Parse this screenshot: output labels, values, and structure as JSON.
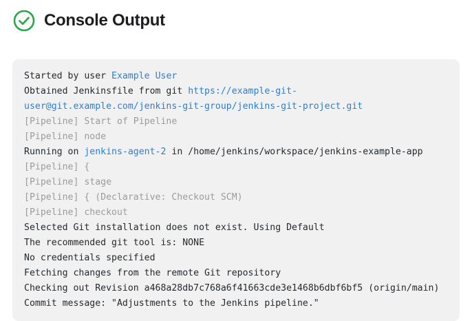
{
  "header": {
    "title": "Console Output",
    "status_icon": "check-circle-icon",
    "status_color": "#28a745"
  },
  "colors": {
    "panel_background": "#f1f1f1",
    "text": "#24292e",
    "muted_text": "#9b9b9b",
    "link": "#2a7fd4",
    "title": "#1c1e21"
  },
  "console": {
    "lines": [
      {
        "id": "line-started-by-user",
        "style": "normal",
        "segments": [
          {
            "text": "Started by user ",
            "kind": "text"
          },
          {
            "text": "Example User",
            "kind": "link"
          }
        ]
      },
      {
        "id": "line-obtained-jenkinsfile",
        "style": "normal",
        "segments": [
          {
            "text": "Obtained Jenkinsfile from git ",
            "kind": "text"
          },
          {
            "text": "https://example-git-user@git.example.com/jenkins-git-group/jenkins-git-project.git",
            "kind": "link"
          }
        ]
      },
      {
        "id": "line-pipeline-start",
        "style": "muted",
        "segments": [
          {
            "text": "[Pipeline] Start of Pipeline",
            "kind": "text"
          }
        ]
      },
      {
        "id": "line-pipeline-node",
        "style": "muted",
        "segments": [
          {
            "text": "[Pipeline] node",
            "kind": "text"
          }
        ]
      },
      {
        "id": "line-running-on-agent",
        "style": "normal",
        "segments": [
          {
            "text": "Running on ",
            "kind": "text"
          },
          {
            "text": "jenkins-agent-2",
            "kind": "link"
          },
          {
            "text": " in /home/jenkins/workspace/jenkins-example-app",
            "kind": "text"
          }
        ]
      },
      {
        "id": "line-pipeline-open-brace",
        "style": "muted",
        "segments": [
          {
            "text": "[Pipeline] {",
            "kind": "text"
          }
        ]
      },
      {
        "id": "line-pipeline-stage",
        "style": "muted",
        "segments": [
          {
            "text": "[Pipeline] stage",
            "kind": "text"
          }
        ]
      },
      {
        "id": "line-pipeline-declarative-checkout",
        "style": "muted",
        "segments": [
          {
            "text": "[Pipeline] { (Declarative: Checkout SCM)",
            "kind": "text"
          }
        ]
      },
      {
        "id": "line-pipeline-checkout",
        "style": "muted",
        "segments": [
          {
            "text": "[Pipeline] checkout",
            "kind": "text"
          }
        ]
      },
      {
        "id": "line-selected-git-installation",
        "style": "normal",
        "segments": [
          {
            "text": "Selected Git installation does not exist. Using Default",
            "kind": "text"
          }
        ]
      },
      {
        "id": "line-recommended-git-tool",
        "style": "normal",
        "segments": [
          {
            "text": "The recommended git tool is: NONE",
            "kind": "text"
          }
        ]
      },
      {
        "id": "line-no-credentials",
        "style": "normal",
        "segments": [
          {
            "text": "No credentials specified",
            "kind": "text"
          }
        ]
      },
      {
        "id": "line-fetching-changes",
        "style": "normal",
        "segments": [
          {
            "text": "Fetching changes from the remote Git repository",
            "kind": "text"
          }
        ]
      },
      {
        "id": "line-checking-out-revision",
        "style": "normal",
        "segments": [
          {
            "text": "Checking out Revision a468a28db7c768a6f41663cde3e1468b6dbf6bf5 (origin/main)",
            "kind": "text"
          }
        ]
      },
      {
        "id": "line-commit-message",
        "style": "normal",
        "segments": [
          {
            "text": "Commit message: \"Adjustments to the Jenkins pipeline.\"",
            "kind": "text"
          }
        ]
      }
    ]
  }
}
